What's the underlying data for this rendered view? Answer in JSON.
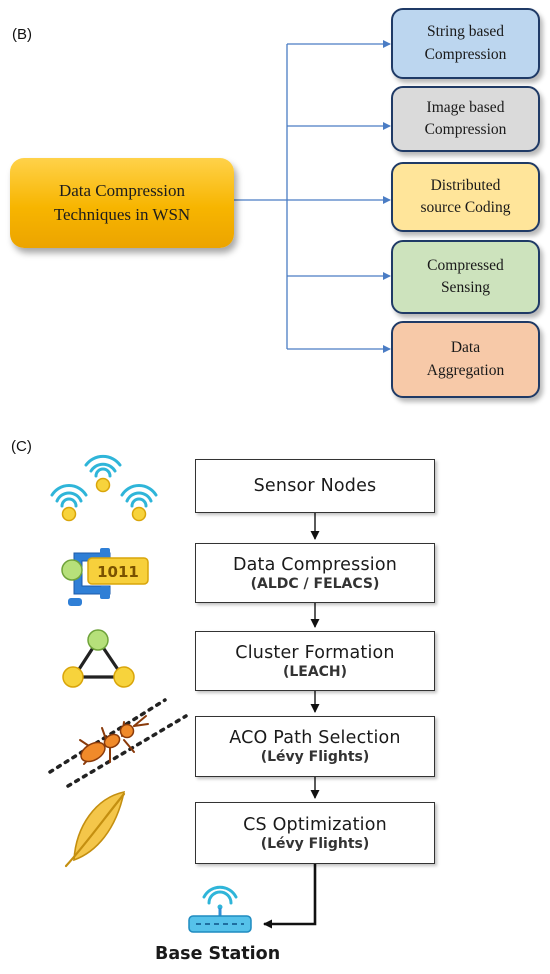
{
  "panel_b": {
    "label": "(B)",
    "main_node": "Data Compression\nTechniques in WSN",
    "branches": [
      {
        "text": "String based\nCompression",
        "color": "#bcd6ef"
      },
      {
        "text": "Image based\nCompression",
        "color": "#dadada"
      },
      {
        "text": "Distributed\nsource Coding",
        "color": "#ffe59a"
      },
      {
        "text": "Compressed\nSensing",
        "color": "#cde3bd"
      },
      {
        "text": "Data\nAggregation",
        "color": "#f7c9a8"
      }
    ],
    "colors": {
      "arrow": "#4a7cc4",
      "border": "#1f3a66",
      "main": "#f7b500"
    }
  },
  "panel_c": {
    "label": "(C)",
    "steps": [
      {
        "title": "Sensor Nodes",
        "subtitle": "",
        "icon": "wifi-sensor-nodes-icon"
      },
      {
        "title": "Data Compression",
        "subtitle": "(ALDC / FELACS)",
        "icon": "compression-clamp-icon",
        "icon_text": "1011"
      },
      {
        "title": "Cluster Formation",
        "subtitle": "(LEACH)",
        "icon": "cluster-triangle-icon"
      },
      {
        "title": "ACO Path Selection",
        "subtitle": "(Lévy Flights)",
        "icon": "ant-icon"
      },
      {
        "title": "CS Optimization",
        "subtitle": "(Lévy Flights)",
        "icon": "feather-icon"
      }
    ],
    "base_station": {
      "label": "Base Station",
      "icon": "router-icon"
    }
  }
}
